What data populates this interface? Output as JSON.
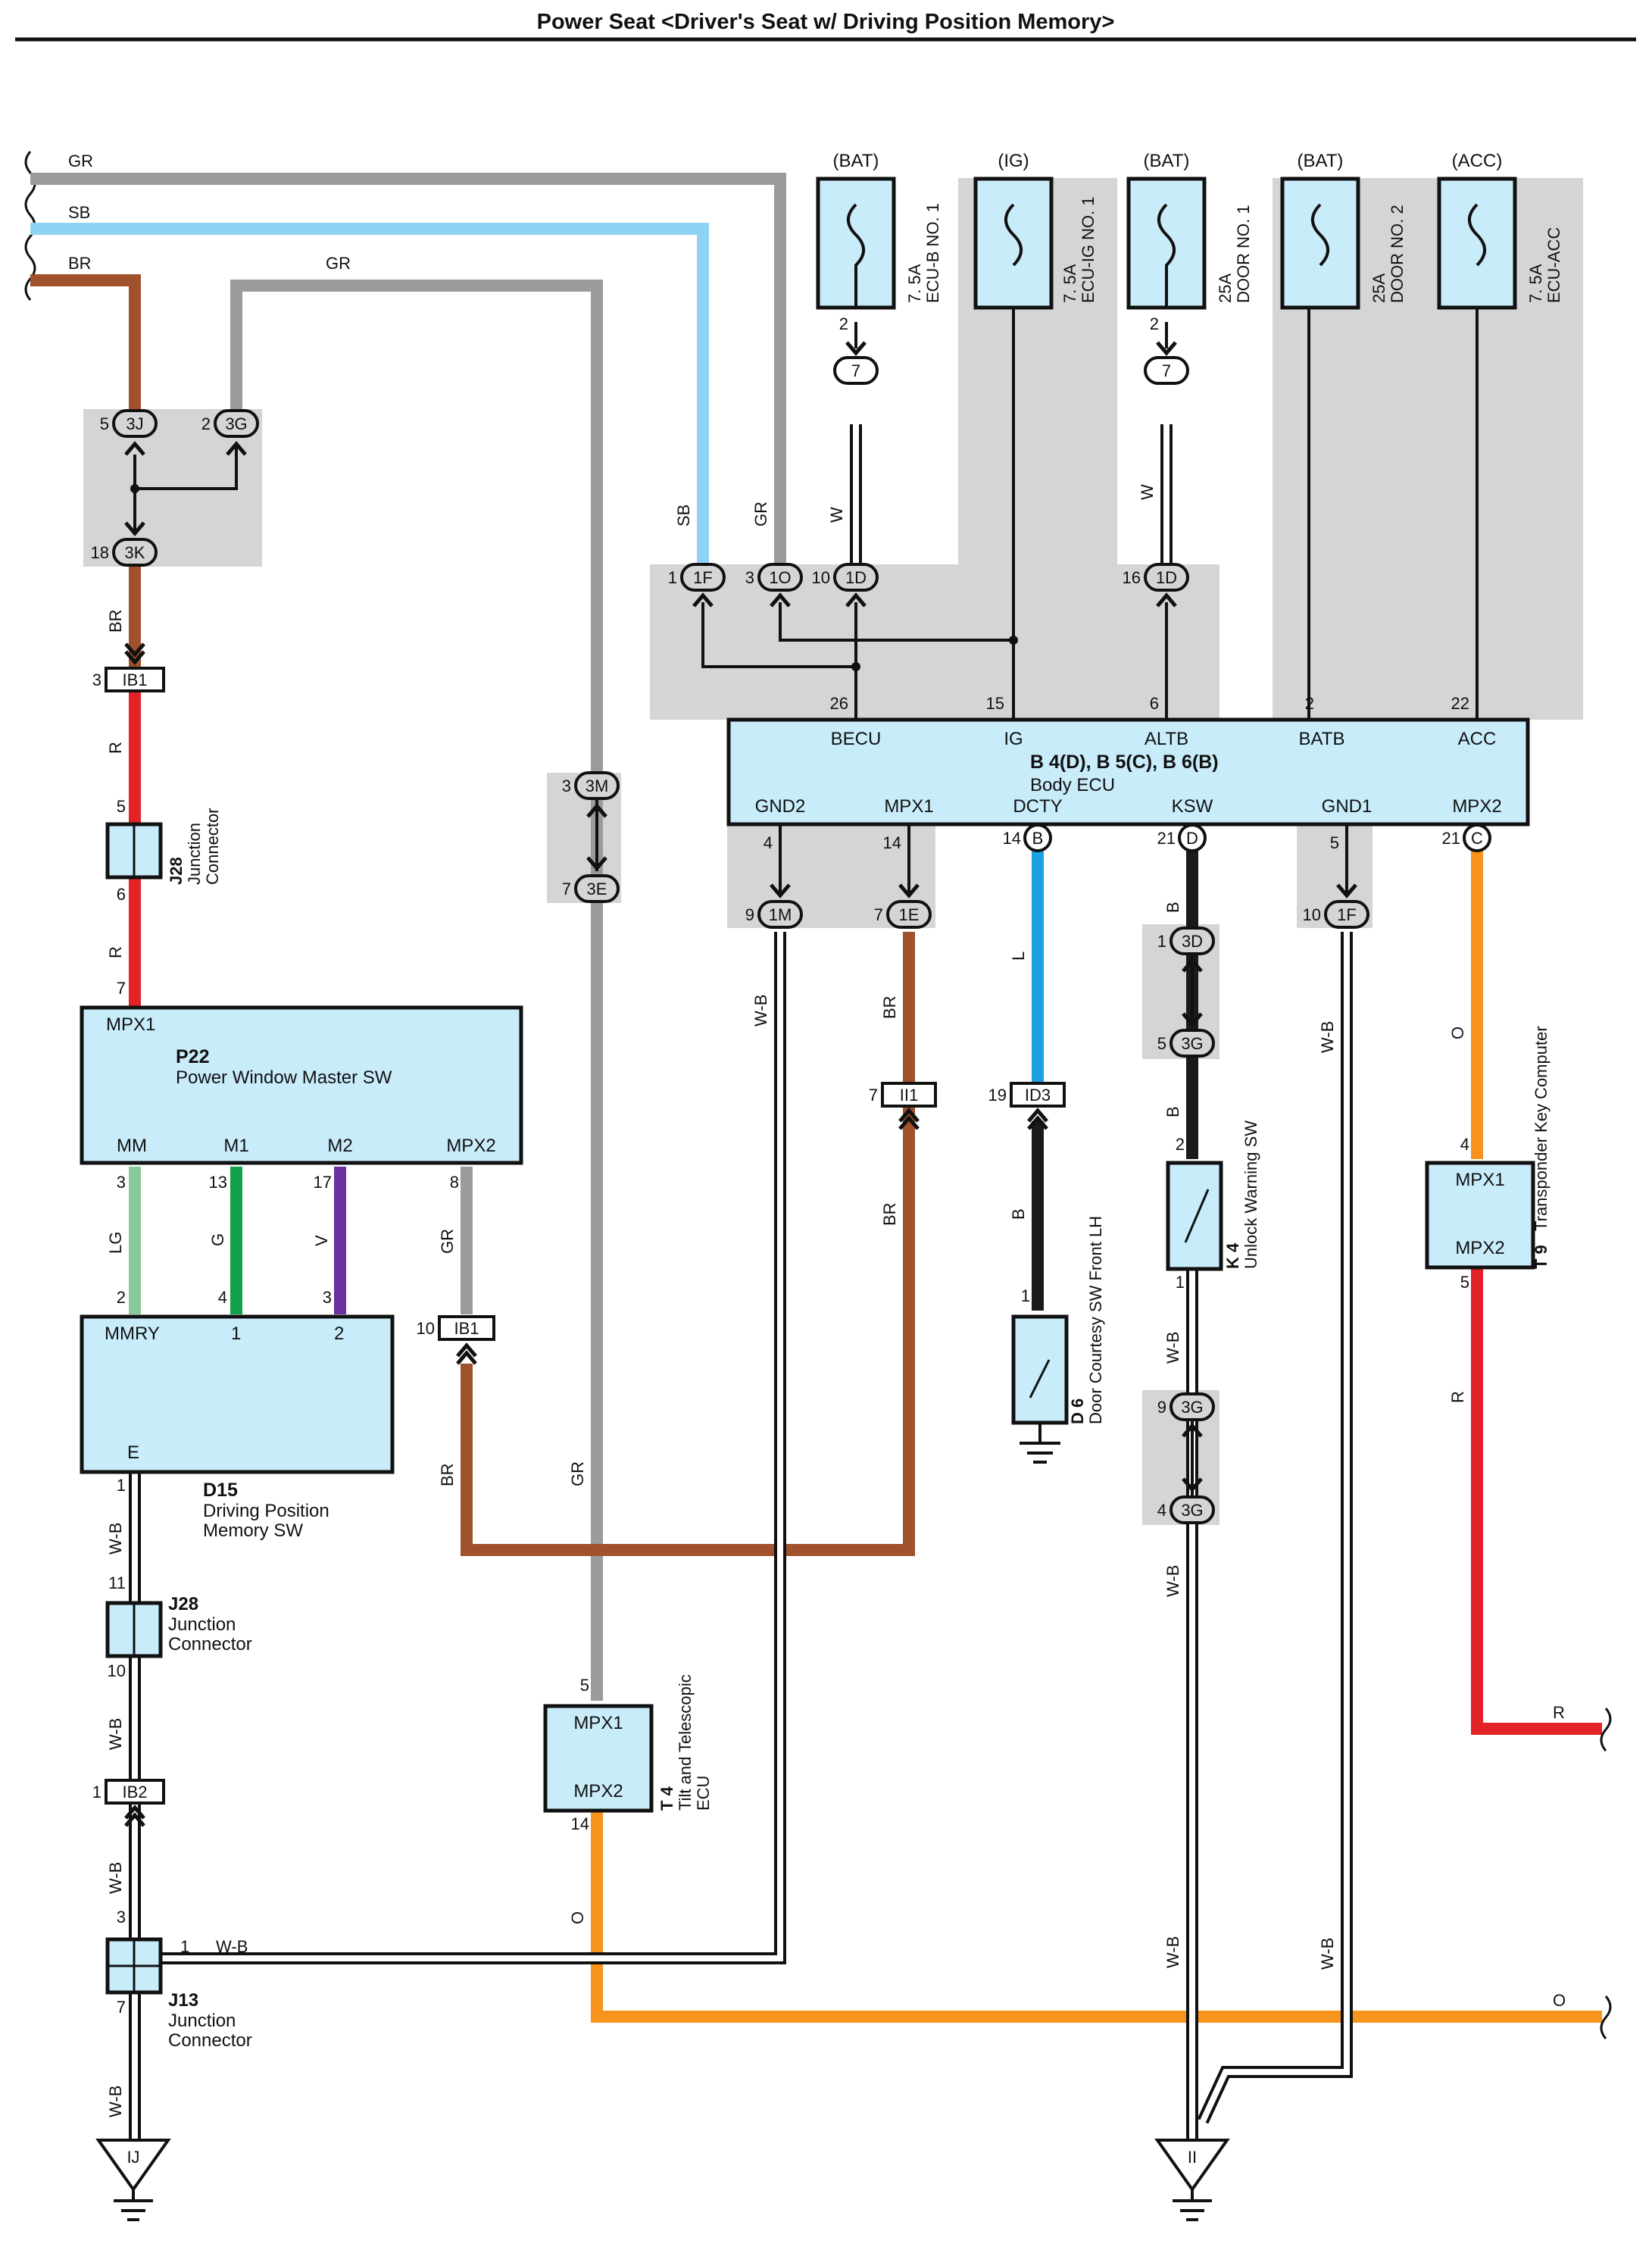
{
  "title": "Power Seat <Driver's Seat w/ Driving Position Memory>",
  "colors": {
    "GR": "#9a9b9d",
    "SB": "#8fd3f4",
    "BR": "#a0522d",
    "R": "#e32227",
    "LG": "#88c999",
    "G": "#12a14b",
    "V": "#6b2fa0",
    "W-B": "#ffffff",
    "W": "#ffffff",
    "L": "#1aa3e0",
    "B": "#1a1a1a",
    "O": "#f7941d",
    "component_fill": "#c9ecfa",
    "shade": "#d4d5d7"
  },
  "supplies": [
    "(BAT)",
    "(IG)",
    "(BAT)",
    "(BAT)",
    "(ACC)"
  ],
  "fuses": [
    {
      "rating": "7. 5A",
      "name": "ECU-B NO. 1"
    },
    {
      "rating": "7. 5A",
      "name": "ECU-IG NO. 1"
    },
    {
      "rating": "25A",
      "name": "DOOR NO. 1"
    },
    {
      "rating": "25A",
      "name": "DOOR NO. 2"
    },
    {
      "rating": "7. 5A",
      "name": "ECU-ACC"
    }
  ],
  "wire_labels": {
    "gr": "GR",
    "sb": "SB",
    "br": "BR",
    "r": "R",
    "lg": "LG",
    "g": "G",
    "v": "V",
    "wb": "W-B",
    "w": "W",
    "l": "L",
    "b": "B",
    "o": "O"
  },
  "connectors": {
    "c3J": "3J",
    "c3G": "3G",
    "c3K": "3K",
    "cIB1": "IB1",
    "c3M": "3M",
    "c3E": "3E",
    "c1F": "1F",
    "c1O": "1O",
    "c1D": "1D",
    "c7": "7",
    "c1M": "1M",
    "c1E": "1E",
    "cII1": "II1",
    "cID3": "ID3",
    "c3D": "3D",
    "cIB2": "IB2",
    "cB": "B",
    "cD": "D",
    "cC": "C",
    "gIJ": "IJ",
    "gII": "II"
  },
  "pins": {
    "p5": "5",
    "p2": "2",
    "p18": "18",
    "p3": "3",
    "p6": "6",
    "p7": "7",
    "p1": "1",
    "p10": "10",
    "p16": "16",
    "p26": "26",
    "p15": "15",
    "p22": "22",
    "p4": "4",
    "p14": "14",
    "p9": "9",
    "p21": "21",
    "p13": "13",
    "p17": "17",
    "p8": "8",
    "p11": "11",
    "p19": "19"
  },
  "terminals": {
    "BECU": "BECU",
    "IG": "IG",
    "ALTB": "ALTB",
    "BATB": "BATB",
    "ACC": "ACC",
    "GND2": "GND2",
    "MPX1": "MPX1",
    "DCTY": "DCTY",
    "KSW": "KSW",
    "GND1": "GND1",
    "MPX2": "MPX2",
    "MM": "MM",
    "M1": "M1",
    "M2": "M2",
    "MMRY": "MMRY",
    "one": "1",
    "two": "2",
    "E": "E"
  },
  "components": {
    "body_ecu": {
      "id": "B 4(D), B 5(C), B 6(B)",
      "name": "Body ECU"
    },
    "p22": {
      "id": "P22",
      "name": "Power Window Master SW"
    },
    "d15": {
      "id": "D15",
      "name1": "Driving Position",
      "name2": "Memory SW"
    },
    "j28a": {
      "id": "J28",
      "name1": "Junction",
      "name2": "Connector"
    },
    "j28b": {
      "id": "J28",
      "name1": "Junction",
      "name2": "Connector"
    },
    "j13": {
      "id": "J13",
      "name1": "Junction",
      "name2": "Connector"
    },
    "t4": {
      "id": "T 4",
      "name1": "Tilt and Telescopic",
      "name2": "ECU"
    },
    "t9": {
      "id": "T 9",
      "name": "Transponder Key Computer"
    },
    "d6": {
      "id": "D 6",
      "name": "Door Courtesy SW Front LH"
    },
    "k4": {
      "id": "K 4",
      "name": "Unlock Warning SW"
    }
  }
}
